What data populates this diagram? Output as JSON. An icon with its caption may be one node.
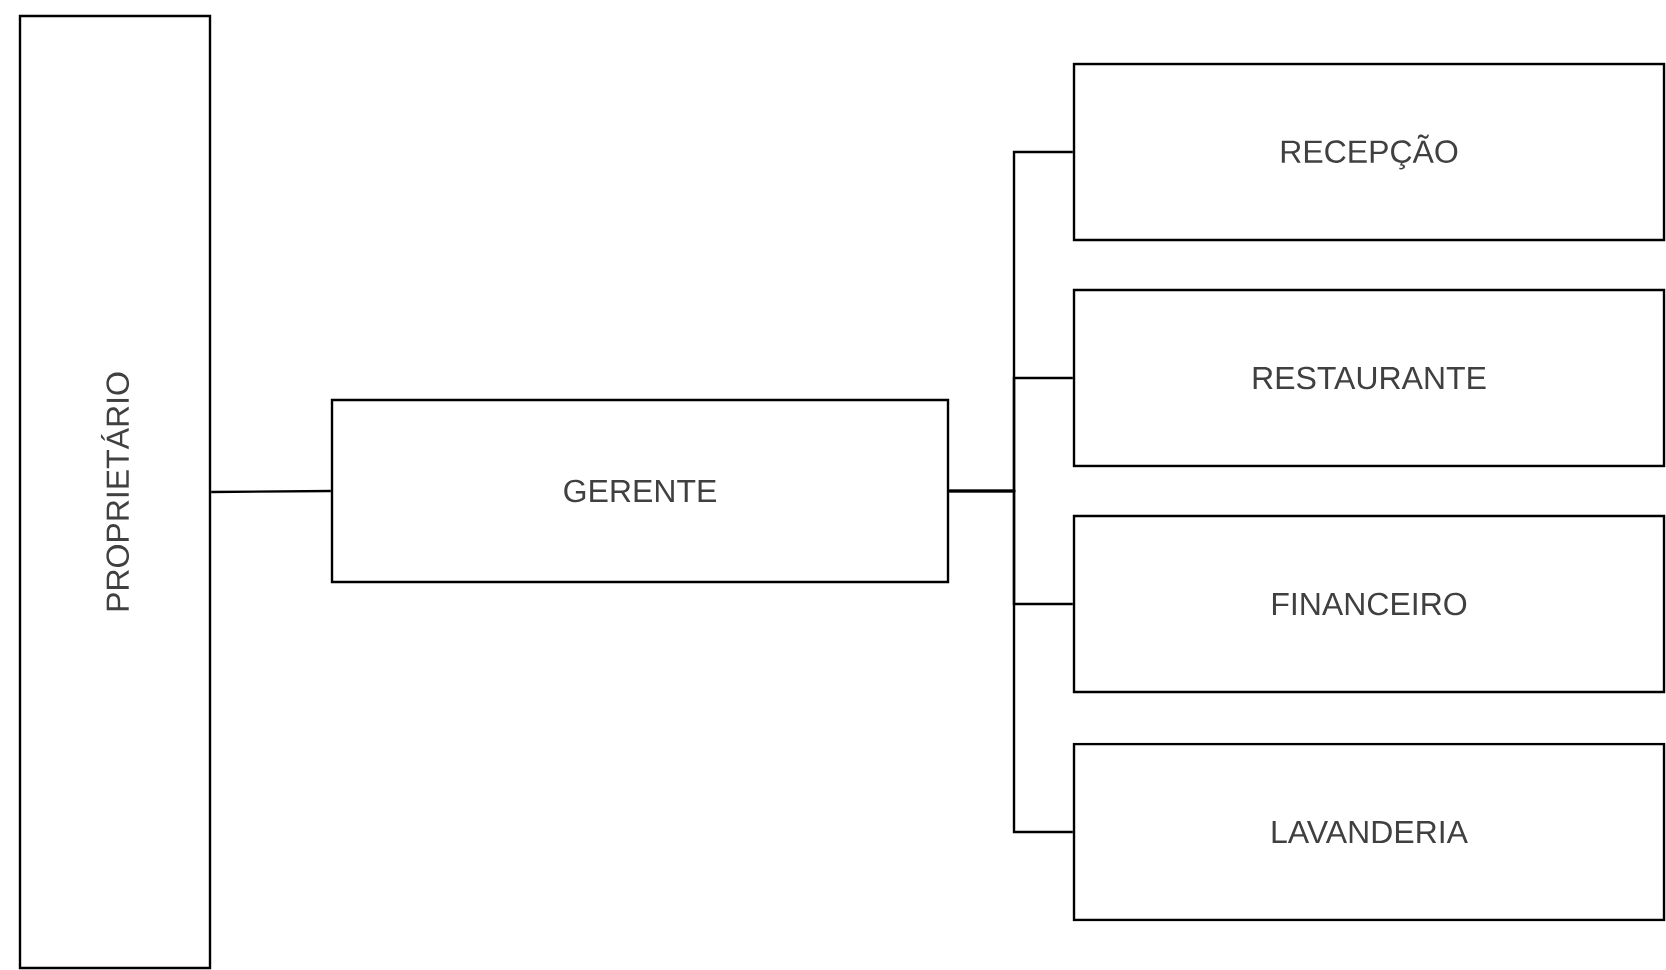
{
  "diagram": {
    "nodes": [
      {
        "text": [
          "PROPRIETÁRIO"
        ]
      },
      {
        "text": [
          "GERENTE"
        ]
      },
      {
        "text": [
          "RECEPÇÃO"
        ]
      },
      {
        "text": [
          "RESTAURANTE"
        ]
      },
      {
        "text": [
          "FINANCEIRO"
        ]
      },
      {
        "text": [
          "LAVANDERIA"
        ]
      }
    ],
    "edges": [
      {
        "from": 0,
        "to": 1,
        "arrow": "none"
      },
      {
        "from": 1,
        "to": 2,
        "arrow": "none"
      },
      {
        "from": 1,
        "to": 3,
        "arrow": "none"
      },
      {
        "from": 1,
        "to": 4,
        "arrow": "none"
      },
      {
        "from": 1,
        "to": 5,
        "arrow": "none"
      }
    ]
  }
}
